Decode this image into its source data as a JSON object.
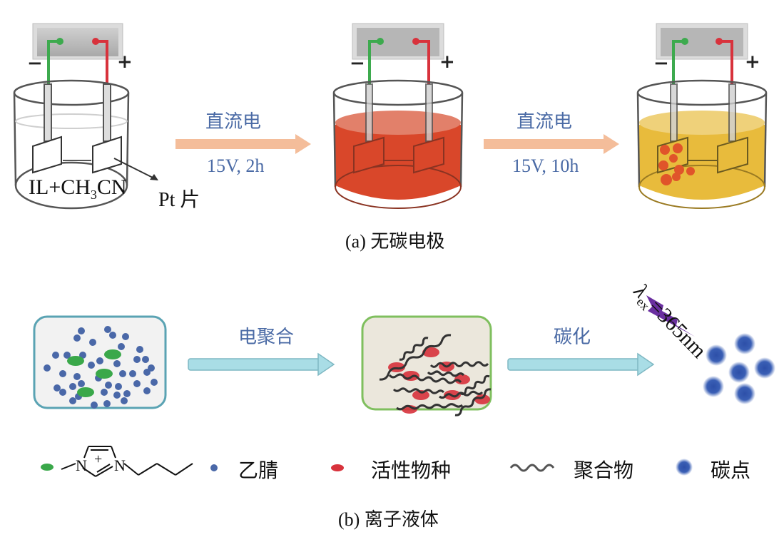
{
  "panel_a": {
    "caption": "(a) 无碳电极",
    "beaker1_label_prefix": "IL+CH",
    "beaker1_label_sub": "3",
    "beaker1_label_suffix": "CN",
    "pt_label": "Pt 片",
    "minus": "−",
    "plus": "+",
    "step1": {
      "top": "直流电",
      "bottom": "15V, 2h"
    },
    "step2": {
      "top": "直流电",
      "bottom": "15V, 10h"
    },
    "colors": {
      "arrow": "#f4bd9a",
      "wire_negative": "#3daa4e",
      "wire_positive": "#d8323c",
      "solution_red": "#d9472a",
      "solution_yellow": "#e8bb3c",
      "deposit": "#e0542a"
    }
  },
  "panel_b": {
    "caption": "(b) 离子液体",
    "step1_label": "电聚合",
    "step2_label": "碳化",
    "excitation_lambda": "λ",
    "excitation_sub": "ex",
    "excitation_value": "=365nm",
    "colors": {
      "arrow": "#a9dde6",
      "box1_border": "#5aa3b3",
      "box2_border": "#7fbf5e",
      "acetonitrile": "#4a68a8",
      "ionic_liquid": "#3aa84a",
      "active_species": "#d8323c",
      "carbon_dot": "#3a5fb5",
      "light": "#6a2fa0"
    }
  },
  "legend": {
    "items": [
      {
        "name": "ionic-liquid",
        "label": ""
      },
      {
        "name": "acetonitrile",
        "label": "乙腈"
      },
      {
        "name": "active-species",
        "label": "活性物种"
      },
      {
        "name": "polymer",
        "label": "聚合物"
      },
      {
        "name": "carbon-dot",
        "label": "碳点"
      }
    ],
    "molecule": {
      "n1": "N",
      "n2": "N",
      "charge": "+"
    }
  }
}
